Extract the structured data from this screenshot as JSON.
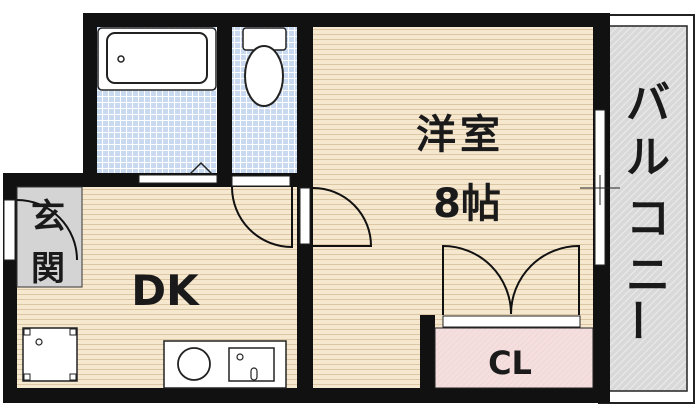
{
  "floorplan": {
    "western_room": {
      "name": "洋室",
      "size": "8帖"
    },
    "dk": {
      "name": "DK"
    },
    "entrance": {
      "name_top": "玄",
      "name_bottom": "関"
    },
    "closet": {
      "name": "CL"
    },
    "balcony": {
      "chars": [
        "バ",
        "ル",
        "コ",
        "ニ",
        "ー"
      ]
    }
  },
  "colors": {
    "wall": "#111111",
    "floor": "#f6e7cf",
    "floor_line": "#dcc7a4",
    "tile": "#c9d9ef",
    "entrance": "#d4d4d4",
    "closet": "#f4dede",
    "balcony": "#d9d9d9"
  }
}
